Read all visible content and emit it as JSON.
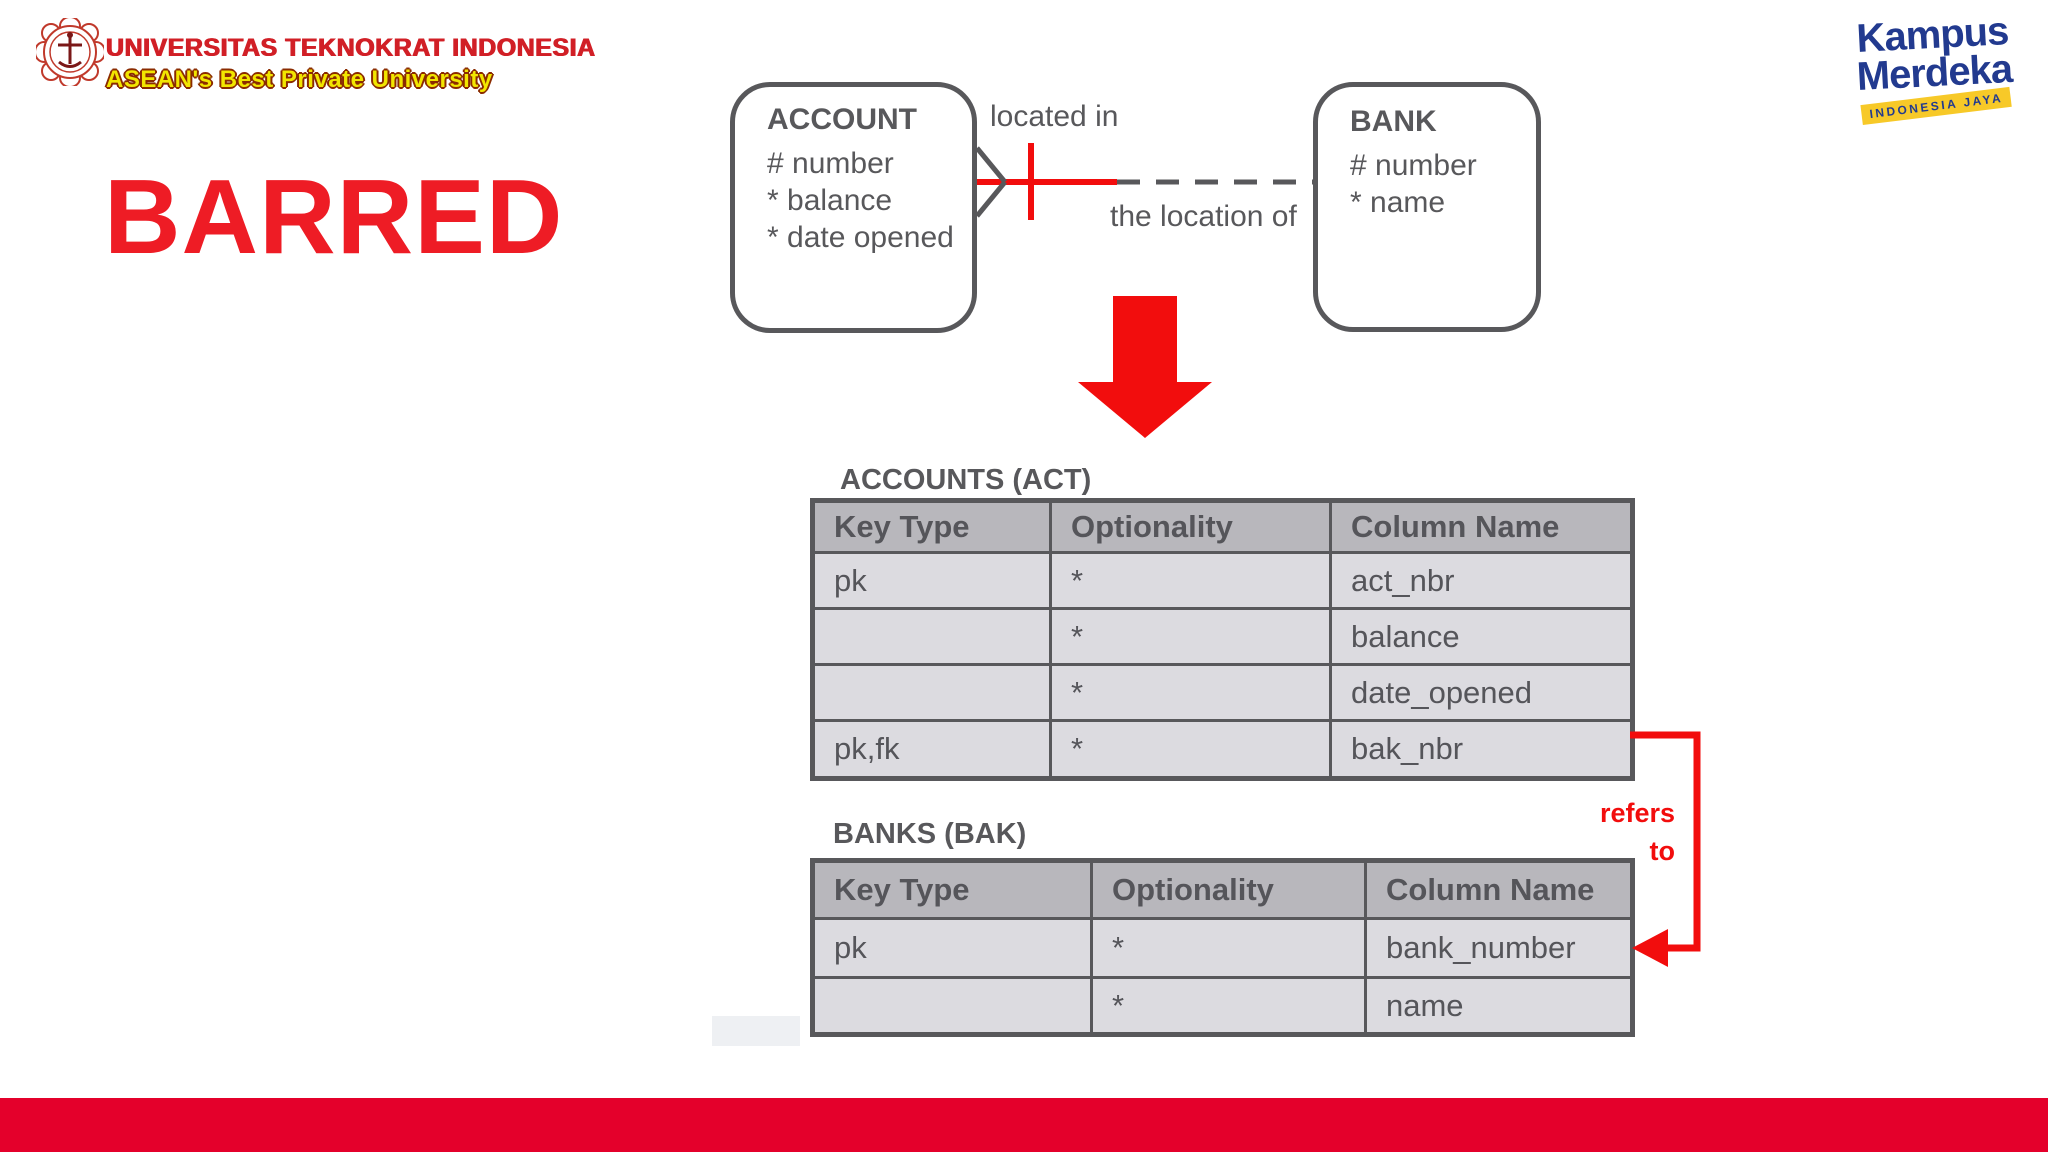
{
  "branding": {
    "university_name": "Universitas Teknokrat Indonesia",
    "university_tagline": "ASEAN's Best Private University",
    "kampus_line1": "Kampus",
    "kampus_line2": "Merdeka",
    "kampus_ribbon": "INDONESIA JAYA"
  },
  "slide": {
    "title": "BARRED"
  },
  "er_diagram": {
    "entities": [
      {
        "name": "ACCOUNT",
        "attributes": [
          "# number",
          "* balance",
          "* date opened"
        ]
      },
      {
        "name": "BANK",
        "attributes": [
          "# number",
          "* name"
        ]
      }
    ],
    "relationship": {
      "label_left": "located in",
      "label_right": "the location of"
    }
  },
  "tables": [
    {
      "title": "ACCOUNTS (ACT)",
      "headers": [
        "Key Type",
        "Optionality",
        "Column Name"
      ],
      "rows": [
        [
          "pk",
          "*",
          "act_nbr"
        ],
        [
          "",
          "*",
          "balance"
        ],
        [
          "",
          "*",
          "date_opened"
        ],
        [
          "pk,fk",
          "*",
          "bak_nbr"
        ]
      ]
    },
    {
      "title": "BANKS (BAK)",
      "headers": [
        "Key Type",
        "Optionality",
        "Column Name"
      ],
      "rows": [
        [
          "pk",
          "*",
          "bank_number"
        ],
        [
          "",
          "*",
          "name"
        ]
      ]
    }
  ],
  "annotations": {
    "refers_line1": "refers",
    "refers_line2": "to"
  },
  "colors": {
    "gray": "#58585b",
    "header_bg": "#b8b7bc",
    "cell_bg": "#dcdbe0",
    "accent_red": "#f20d0d",
    "title_red": "#ee1c25",
    "bottom_red": "#e4002b",
    "univ_red": "#d11f26",
    "univ_yellow": "#f2e600",
    "kampus_blue": "#223a8f",
    "ribbon_yellow": "#f7c928"
  }
}
